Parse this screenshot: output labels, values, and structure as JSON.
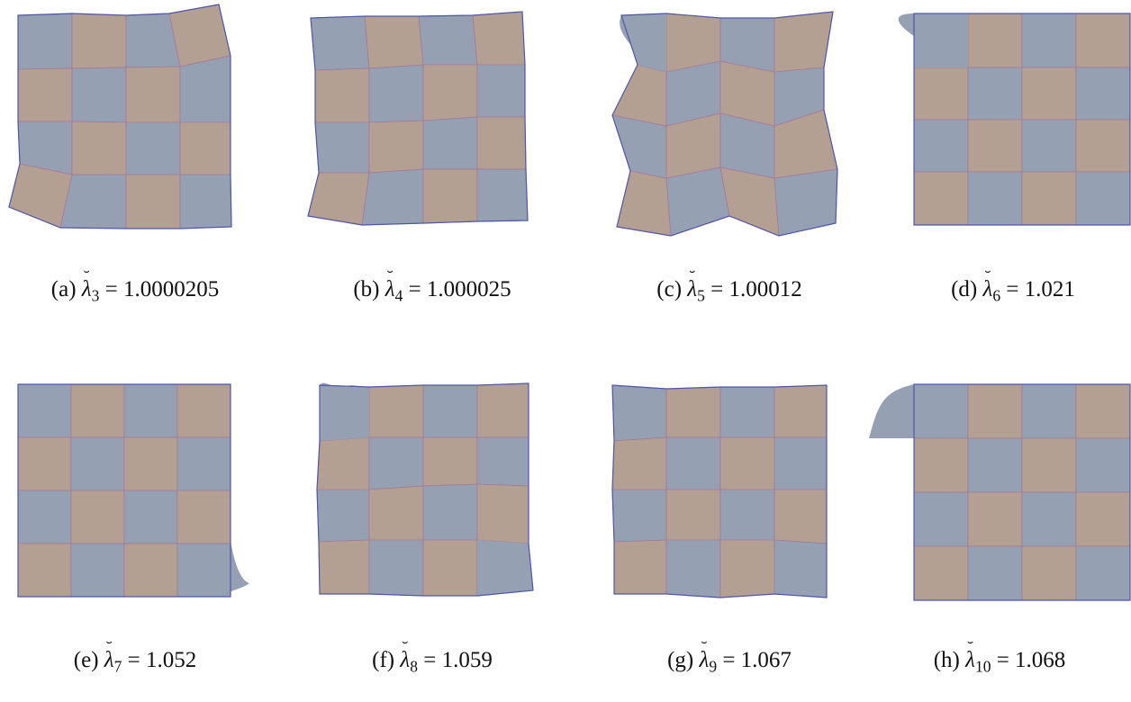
{
  "colors": {
    "blue": "#95a1b2",
    "tan": "#b4a092",
    "border": "#4d57a8",
    "inner": "#a5789b"
  },
  "panels": [
    {
      "label": "(a)",
      "subscript": "3",
      "value": "1.0000205",
      "pattern": "skew_mild"
    },
    {
      "label": "(b)",
      "subscript": "4",
      "value": "1.000025",
      "pattern": "skew_mild2"
    },
    {
      "label": "(c)",
      "subscript": "5",
      "value": "1.00012",
      "pattern": "zigzag"
    },
    {
      "label": "(d)",
      "subscript": "6",
      "value": "1.021",
      "pattern": "corner_tl"
    },
    {
      "label": "(e)",
      "subscript": "7",
      "value": "1.052",
      "pattern": "corner_br"
    },
    {
      "label": "(f)",
      "subscript": "8",
      "value": "1.059",
      "pattern": "corners_tl_br"
    },
    {
      "label": "(g)",
      "subscript": "9",
      "value": "1.067",
      "pattern": "skew_light"
    },
    {
      "label": "(h)",
      "subscript": "10",
      "value": "1.068",
      "pattern": "corner_tl2"
    }
  ]
}
